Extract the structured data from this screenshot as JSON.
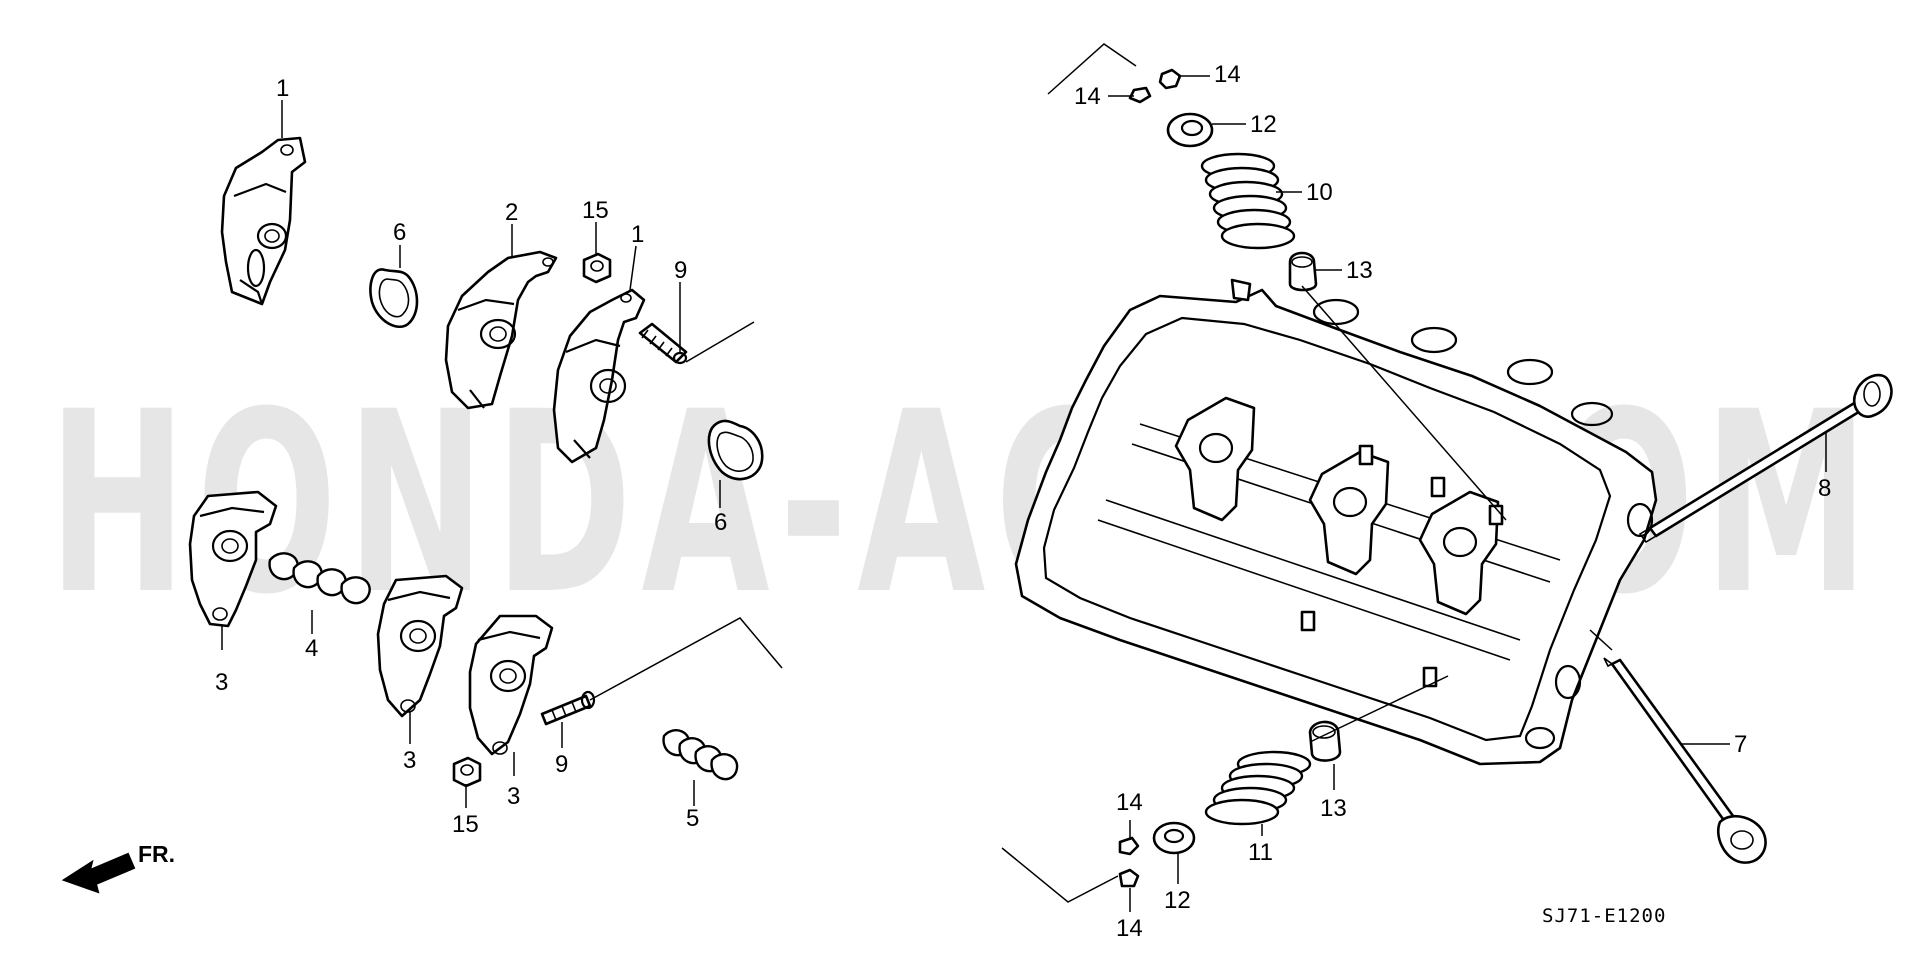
{
  "watermark": "HONDA-ACTY.COM",
  "direction_label": "FR.",
  "diagram_code": "SJ71-E1200",
  "callouts": {
    "rocker_arm_upper": "1",
    "rocker_arm_upper_b": "1",
    "rocker_arm_2": "2",
    "rocker_arm_3a": "3",
    "rocker_arm_3b": "3",
    "rocker_arm_3c": "3",
    "spring_4": "4",
    "spring_5": "5",
    "gasket_6a": "6",
    "gasket_6b": "6",
    "exhaust_valve": "7",
    "intake_valve": "8",
    "adjust_screw_9a": "9",
    "adjust_screw_9b": "9",
    "valve_spring_10": "10",
    "valve_spring_11": "11",
    "retainer_12a": "12",
    "retainer_12b": "12",
    "seal_13a": "13",
    "seal_13b": "13",
    "cotter_14a": "14",
    "cotter_14b": "14",
    "cotter_14c": "14",
    "cotter_14d": "14",
    "nut_15a": "15",
    "nut_15b": "15"
  }
}
